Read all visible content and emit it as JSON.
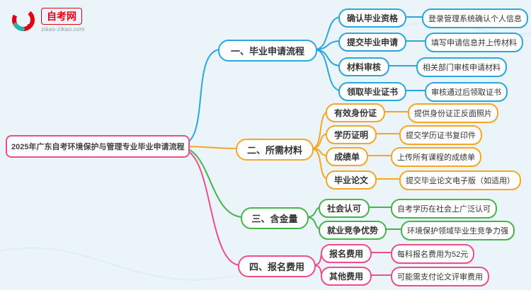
{
  "logo": {
    "name": "自考网",
    "url": "zikao-zikao.com"
  },
  "root": {
    "title": "2025年广东自考环境保护与管理专业毕业申请流程"
  },
  "colors": {
    "bg": "#eaf4f9",
    "blue": "#2ba6de",
    "orange": "#f5a623",
    "green": "#44b54c",
    "pink": "#ee4d8b",
    "logo-red": "#e60012",
    "logo-teal": "#2ab5ad"
  },
  "branches": [
    {
      "label": "一、毕业申请流程",
      "color": "#2ba6de",
      "children": [
        {
          "label": "确认毕业资格",
          "desc": "登录管理系统确认个人信息"
        },
        {
          "label": "提交毕业申请",
          "desc": "填写申请信息并上传材料"
        },
        {
          "label": "材料审核",
          "desc": "相关部门审核申请材料"
        },
        {
          "label": "领取毕业证书",
          "desc": "审核通过后领取证书"
        }
      ]
    },
    {
      "label": "二、所需材料",
      "color": "#f5a623",
      "children": [
        {
          "label": "有效身份证",
          "desc": "提供身份证正反面照片"
        },
        {
          "label": "学历证明",
          "desc": "提交学历证书复印件"
        },
        {
          "label": "成绩单",
          "desc": "上传所有课程的成绩单"
        },
        {
          "label": "毕业论文",
          "desc": "提交毕业论文电子版（如适用）"
        }
      ]
    },
    {
      "label": "三、含金量",
      "color": "#44b54c",
      "children": [
        {
          "label": "社会认可",
          "desc": "自考学历在社会上广泛认可"
        },
        {
          "label": "就业竞争优势",
          "desc": "环境保护领域毕业生竞争力强"
        }
      ]
    },
    {
      "label": "四、报名费用",
      "color": "#ee4d8b",
      "children": [
        {
          "label": "报名费用",
          "desc": "每科报名费用为52元"
        },
        {
          "label": "其他费用",
          "desc": "可能需支付论文评审费用"
        }
      ]
    }
  ]
}
